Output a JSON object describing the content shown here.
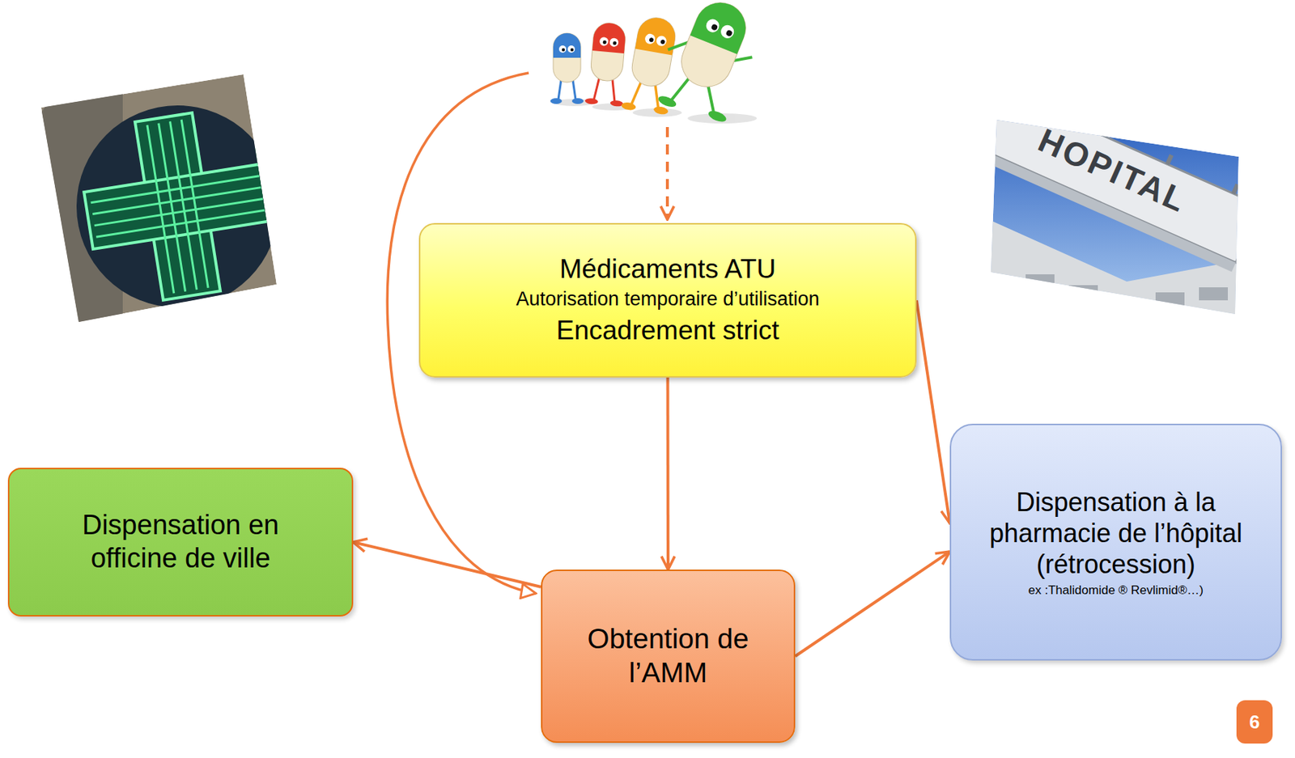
{
  "diagram": {
    "nodes": [
      {
        "text": [
          "Médicaments ATU",
          "Autorisation temporaire d’utilisation",
          "Encadrement strict"
        ]
      },
      {
        "text": [
          "Dispensation en officine de ville"
        ]
      },
      {
        "text": [
          "Dispensation à la pharmacie de l’hôpital (rétrocession)",
          "ex :Thalidomide ® Revlimid®…)"
        ]
      },
      {
        "text": [
          "Obtention de l’AMM"
        ]
      }
    ],
    "edges": [
      {
        "from": 0,
        "to": 3,
        "arrow": "to"
      },
      {
        "from": 0,
        "to": 2,
        "arrow": "to"
      },
      {
        "from": 3,
        "to": 1,
        "arrow": "to"
      },
      {
        "from": 3,
        "to": 2,
        "arrow": "to"
      }
    ],
    "labels": [
      "HOPITAL",
      "6"
    ]
  }
}
